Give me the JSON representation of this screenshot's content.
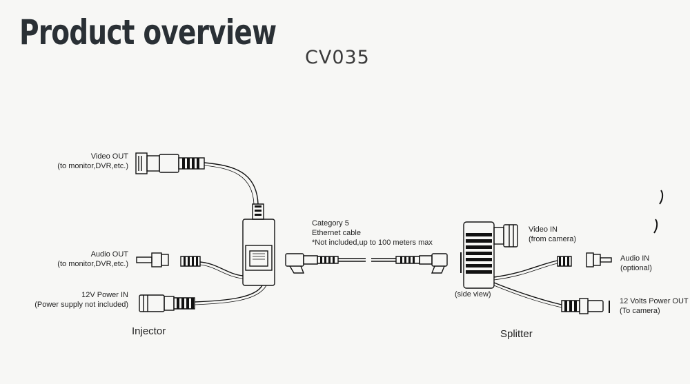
{
  "title": "Product overview",
  "model": "CV035",
  "injector": {
    "name": "Injector",
    "video_out": {
      "label": "Video OUT",
      "note": "(to monitor,DVR,etc.)"
    },
    "audio_out": {
      "label": "Audio OUT",
      "note": "(to monitor,DVR,etc.)"
    },
    "power_in": {
      "label": "12V Power IN",
      "note": "(Power supply not included)"
    }
  },
  "cable": {
    "line1": "Category 5",
    "line2": "Ethernet cable",
    "line3": "*Not included,up to 100 meters max"
  },
  "splitter": {
    "name": "Splitter",
    "side_view": "(side view)",
    "video_in": {
      "label": "Video IN",
      "note": "(from camera)"
    },
    "audio_in": {
      "label": "Audio IN",
      "note": "(optional)"
    },
    "power_out": {
      "label": "12 Volts Power OUT",
      "note": "(To camera)"
    }
  }
}
